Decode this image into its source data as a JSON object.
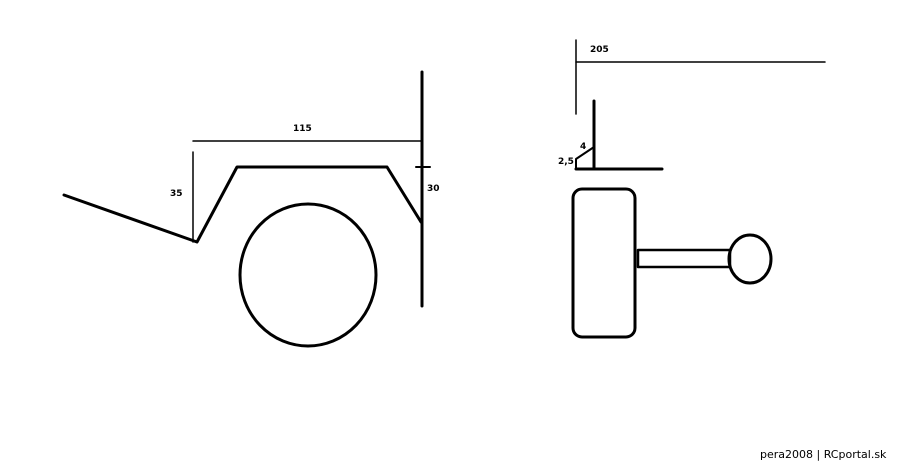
{
  "side_view": {
    "dimensions": {
      "length_label": "115",
      "height_label": "35",
      "side_label": "30"
    }
  },
  "front_view": {
    "dimensions": {
      "width_label": "205",
      "upright_label": "4",
      "flange_label": "2,5"
    }
  },
  "footer": {
    "credit": "pera2008 | RCportal.sk"
  }
}
